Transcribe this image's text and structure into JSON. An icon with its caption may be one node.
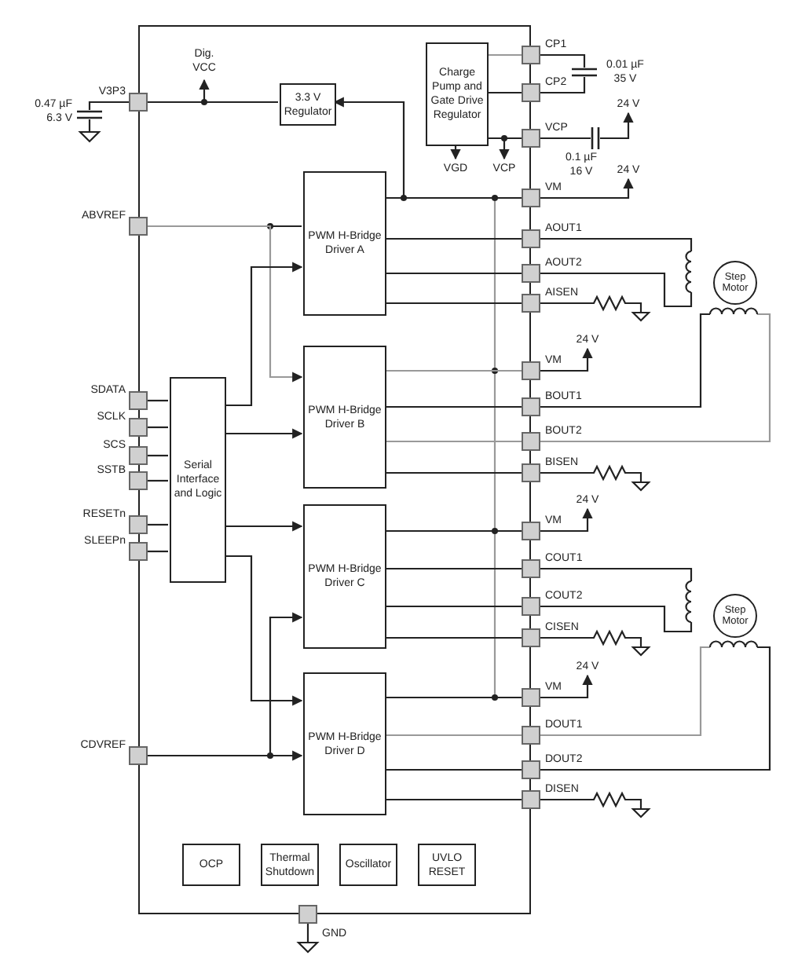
{
  "diagram": {
    "nodes": [
      {
        "text": [],
        "shape": "box"
      },
      {
        "text": [
          "3.3 V Regulator"
        ],
        "in": 0
      },
      {
        "text": [
          "Charge Pump and Gate Drive Regulator"
        ],
        "in": 0
      },
      {
        "text": [
          "PWM H-Bridge Driver A"
        ],
        "in": 0
      },
      {
        "text": [
          "PWM H-Bridge Driver B"
        ],
        "in": 0
      },
      {
        "text": [
          "Serial Interface and Logic"
        ],
        "in": 0
      },
      {
        "text": [
          "PWM H-Bridge Driver C"
        ],
        "in": 0
      },
      {
        "text": [
          "PWM H-Bridge Driver D"
        ],
        "in": 0
      },
      {
        "text": [
          "OCP"
        ],
        "in": 0
      },
      {
        "text": [
          "Thermal Shutdown"
        ],
        "in": 0
      },
      {
        "text": [
          "Oscillator"
        ],
        "in": 0
      },
      {
        "text": [
          "UVLO RESET"
        ],
        "in": 0
      },
      {
        "text": [],
        "shape": "box",
        "beside": [
          "V3P3"
        ]
      },
      {
        "text": [],
        "shape": "box",
        "beside": [
          "ABVREF"
        ]
      },
      {
        "text": [],
        "shape": "box",
        "beside": [
          "SDATA"
        ]
      },
      {
        "text": [],
        "shape": "box",
        "beside": [
          "SCLK"
        ]
      },
      {
        "text": [],
        "shape": "box",
        "beside": [
          "SCS"
        ]
      },
      {
        "text": [],
        "shape": "box",
        "beside": [
          "SSTB"
        ]
      },
      {
        "text": [],
        "shape": "box",
        "beside": [
          "RESETn"
        ]
      },
      {
        "text": [],
        "shape": "box",
        "beside": [
          "SLEEPn"
        ]
      },
      {
        "text": [],
        "shape": "box",
        "beside": [
          "CDVREF"
        ]
      },
      {
        "text": [],
        "shape": "box",
        "beside": [
          "CP1"
        ]
      },
      {
        "text": [],
        "shape": "box",
        "beside": [
          "CP2"
        ]
      },
      {
        "text": [],
        "shape": "box",
        "beside": [
          "VCP"
        ]
      },
      {
        "text": [],
        "shape": "box",
        "beside": [
          "VM"
        ]
      },
      {
        "text": [],
        "shape": "box",
        "beside": [
          "AOUT1"
        ]
      },
      {
        "text": [],
        "shape": "box",
        "beside": [
          "AOUT2"
        ]
      },
      {
        "text": [],
        "shape": "box",
        "beside": [
          "AISEN"
        ]
      },
      {
        "text": [],
        "shape": "box",
        "beside": [
          "VM"
        ]
      },
      {
        "text": [],
        "shape": "box",
        "beside": [
          "BOUT1"
        ]
      },
      {
        "text": [],
        "shape": "box",
        "beside": [
          "BOUT2"
        ]
      },
      {
        "text": [],
        "shape": "box",
        "beside": [
          "BISEN"
        ]
      },
      {
        "text": [],
        "shape": "box",
        "beside": [
          "VM"
        ]
      },
      {
        "text": [],
        "shape": "box",
        "beside": [
          "COUT1"
        ]
      },
      {
        "text": [],
        "shape": "box",
        "beside": [
          "COUT2"
        ]
      },
      {
        "text": [],
        "shape": "box",
        "beside": [
          "CISEN"
        ]
      },
      {
        "text": [],
        "shape": "box",
        "beside": [
          "VM"
        ]
      },
      {
        "text": [],
        "shape": "box",
        "beside": [
          "DOUT1"
        ]
      },
      {
        "text": [],
        "shape": "box",
        "beside": [
          "DOUT2"
        ]
      },
      {
        "text": [],
        "shape": "box",
        "beside": [
          "DISEN"
        ]
      },
      {
        "text": [],
        "shape": "box",
        "beside": [
          "GND"
        ]
      },
      {
        "text": [],
        "shape": "coil"
      },
      {
        "text": [
          "Step Motor"
        ]
      },
      {
        "text": [],
        "shape": "coil"
      },
      {
        "text": [],
        "shape": "coil"
      },
      {
        "text": [
          "Step Motor"
        ]
      },
      {
        "text": [],
        "shape": "coil"
      },
      {
        "text": [],
        "shape": "capacitor",
        "beside": [
          "0.01 µF 35 V"
        ]
      },
      {
        "text": [],
        "shape": "capacitor",
        "beside": [
          "0.1 µF 16 V"
        ]
      },
      {
        "text": [],
        "shape": "capacitor",
        "beside": [
          "0.47 µF 6.3 V"
        ]
      },
      {
        "text": [
          "24 V"
        ]
      },
      {
        "text": [
          "24 V"
        ]
      },
      {
        "text": [
          "24 V"
        ]
      },
      {
        "text": [
          "24 V"
        ]
      },
      {
        "text": [
          "24 V"
        ]
      }
    ],
    "edges": [
      {
        "from": 1,
        "to": 12,
        "arrow": "none"
      },
      {
        "from": 24,
        "to": 1,
        "arrow": "to"
      },
      {
        "from": 3,
        "to": 24,
        "arrow": "none"
      },
      {
        "from": 2,
        "to": 21,
        "arrow": "none",
        "color": "#999999"
      },
      {
        "from": 2,
        "to": 22,
        "arrow": "none"
      },
      {
        "from": 2,
        "to": 23,
        "arrow": "none"
      },
      {
        "from": 13,
        "to": 3,
        "arrow": "none"
      },
      {
        "from": 13,
        "to": 4,
        "arrow": "to",
        "color": "#999999"
      },
      {
        "from": 5,
        "to": 3,
        "arrow": "to"
      },
      {
        "from": 5,
        "to": 4,
        "arrow": "to"
      },
      {
        "from": 5,
        "to": 6,
        "arrow": "to"
      },
      {
        "from": 5,
        "to": 7,
        "arrow": "to"
      },
      {
        "from": 20,
        "to": 7,
        "arrow": "to"
      },
      {
        "from": 20,
        "to": 6,
        "arrow": "to"
      },
      {
        "from": 14,
        "to": 5,
        "arrow": "none"
      },
      {
        "from": 15,
        "to": 5,
        "arrow": "none"
      },
      {
        "from": 16,
        "to": 5,
        "arrow": "none"
      },
      {
        "from": 17,
        "to": 5,
        "arrow": "none"
      },
      {
        "from": 18,
        "to": 5,
        "arrow": "none"
      },
      {
        "from": 19,
        "to": 5,
        "arrow": "none"
      },
      {
        "from": 3,
        "to": 25,
        "arrow": "none"
      },
      {
        "from": 3,
        "to": 26,
        "arrow": "none"
      },
      {
        "from": 3,
        "to": 27,
        "arrow": "none"
      },
      {
        "from": 4,
        "to": 28,
        "arrow": "none",
        "color": "#999999"
      },
      {
        "from": 4,
        "to": 29,
        "arrow": "none"
      },
      {
        "from": 4,
        "to": 30,
        "arrow": "none",
        "color": "#999999"
      },
      {
        "from": 4,
        "to": 31,
        "arrow": "none"
      },
      {
        "from": 6,
        "to": 32,
        "arrow": "none"
      },
      {
        "from": 6,
        "to": 33,
        "arrow": "none"
      },
      {
        "from": 6,
        "to": 34,
        "arrow": "none"
      },
      {
        "from": 6,
        "to": 35,
        "arrow": "none"
      },
      {
        "from": 7,
        "to": 36,
        "arrow": "none"
      },
      {
        "from": 7,
        "to": 37,
        "arrow": "none",
        "color": "#999999"
      },
      {
        "from": 7,
        "to": 38,
        "arrow": "none"
      },
      {
        "from": 7,
        "to": 39,
        "arrow": "none"
      },
      {
        "from": 25,
        "to": 41,
        "arrow": "none"
      },
      {
        "from": 26,
        "to": 41,
        "arrow": "none"
      },
      {
        "from": 29,
        "to": 43,
        "arrow": "none"
      },
      {
        "from": 30,
        "to": 43,
        "arrow": "none",
        "color": "#999999"
      },
      {
        "from": 33,
        "to": 44,
        "arrow": "none"
      },
      {
        "from": 34,
        "to": 44,
        "arrow": "none"
      },
      {
        "from": 37,
        "to": 46,
        "arrow": "none",
        "color": "#999999"
      },
      {
        "from": 38,
        "to": 46,
        "arrow": "none"
      },
      {
        "from": 21,
        "to": 47,
        "arrow": "none"
      },
      {
        "from": 47,
        "to": 22,
        "arrow": "none"
      },
      {
        "from": 23,
        "to": 48,
        "arrow": "none"
      },
      {
        "from": 48,
        "to": 50,
        "arrow": "to"
      },
      {
        "from": 24,
        "to": 51,
        "arrow": "to"
      },
      {
        "from": 28,
        "to": 52,
        "arrow": "to"
      },
      {
        "from": 32,
        "to": 53,
        "arrow": "to"
      },
      {
        "from": 36,
        "to": 54,
        "arrow": "to"
      },
      {
        "from": 12,
        "to": 49,
        "arrow": "none"
      }
    ],
    "labels": [
      "Dig. VCC",
      "VGD",
      "VCP"
    ]
  }
}
